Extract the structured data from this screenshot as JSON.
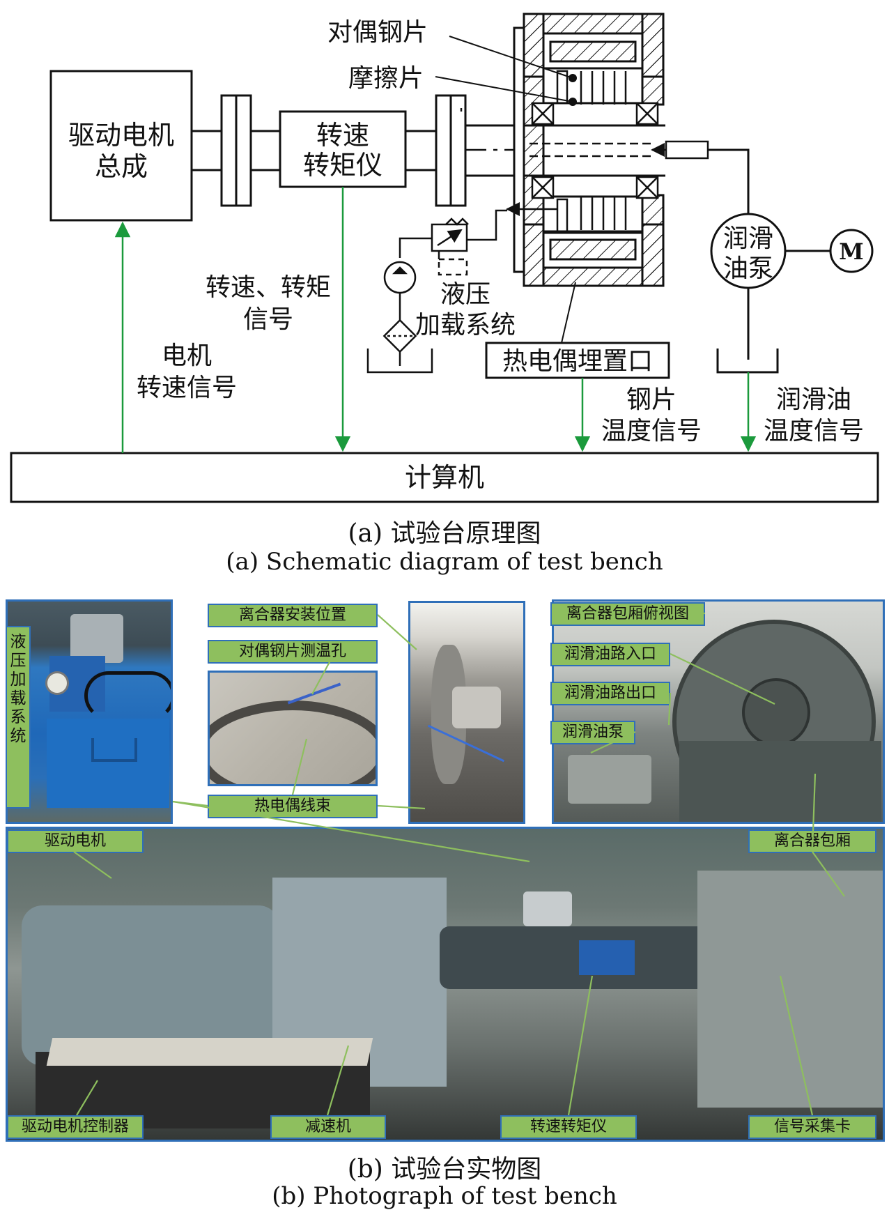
{
  "diagram": {
    "boxes": {
      "motor": [
        "驱动电机",
        "总成"
      ],
      "meter": [
        "转速",
        "转矩仪"
      ],
      "computer": "计算机",
      "thermo_port": "热电偶埋置口",
      "pump": [
        "润滑",
        "油泵"
      ],
      "pump_motor": "M"
    },
    "labels": {
      "steel_plate": "对偶钢片",
      "friction_plate": "摩擦片",
      "speed_torque_signal": [
        "转速、转矩",
        "信号"
      ],
      "motor_speed_signal": [
        "电机",
        "转速信号"
      ],
      "hydraulic": [
        "液压",
        "加载系统"
      ],
      "steel_temp_signal": [
        "钢片",
        "温度信号"
      ],
      "oil_temp_signal": [
        "润滑油",
        "温度信号"
      ]
    },
    "caption_cn": "(a) 试验台原理图",
    "caption_en": "(a) Schematic diagram of test bench"
  },
  "photo": {
    "labels": {
      "hydraulic_vertical": "液压加载系统",
      "clutch_install": "离合器安装位置",
      "steel_hole": "对偶钢片测温孔",
      "thermocouple": "热电偶线束",
      "clutch_top_view": "离合器包厢俯视图",
      "oil_inlet": "润滑油路入口",
      "oil_outlet": "润滑油路出口",
      "oil_pump": "润滑油泵",
      "drive_motor": "驱动电机",
      "clutch_box": "离合器包厢",
      "controller": "驱动电机控制器",
      "reducer": "减速机",
      "speed_meter": "转速转矩仪",
      "daq": "信号采集卡"
    },
    "caption_cn": "(b) 试验台实物图",
    "caption_en": "(b) Photograph of test bench"
  },
  "colors": {
    "arrow_green": "#1b9a3c",
    "label_green": "#8ebf5e",
    "border_blue": "#2f6fb8"
  }
}
